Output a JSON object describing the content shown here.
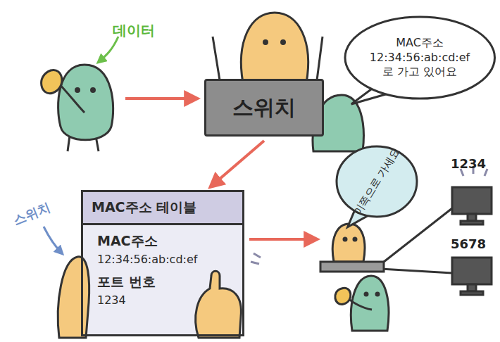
{
  "diagram": {
    "nodes": [
      {
        "text": [
          "스위치"
        ]
      },
      {
        "text": [
          "MAC주소 12:34:56:ab:cd:ef 로 가고 있어요"
        ]
      },
      {
        "text": [
          "MAC주소 테이블",
          "MAC주소",
          "12:34:56:ab:cd:ef",
          "포트 번호",
          "1234"
        ]
      },
      {
        "text": [
          "이쪽으로 가세요"
        ]
      }
    ],
    "edges": [
      {
        "from": 0,
        "to": 2,
        "arrow": "to"
      }
    ],
    "labels": [
      "데이터",
      "스위치",
      "1234",
      "5678"
    ]
  }
}
